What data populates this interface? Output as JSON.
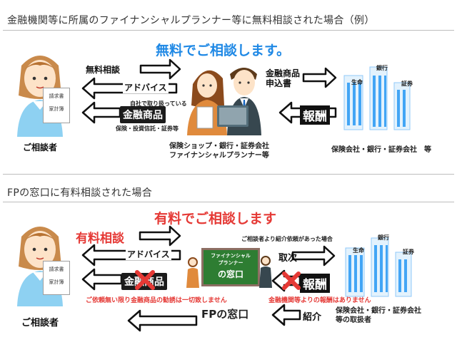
{
  "section1": {
    "title": "金融機関等に所属のファイナンシャルプランナー等に無料相談された場合（例）",
    "headline": "無料でご相談します。",
    "arrow_free_consult": "無料相談",
    "arrow_advice": "アドバイス",
    "self_handled_note": "自社で取り扱っている",
    "financial_products": "金融商品",
    "products_sub": "保険・投資信託・証券等",
    "product_application_line1": "金融商品",
    "product_application_line2": "申込書",
    "reward": "報酬",
    "client_label": "ご相談者",
    "doc_line1": "請求書",
    "doc_line2": "家計簿",
    "center_label_line1": "保険ショップ・銀行・証券会社",
    "center_label_line2": "ファイナンシャルプランナー等",
    "right_label": "保険会社・銀行・証券会社　等",
    "building_labels": [
      "生命",
      "銀行",
      "証券"
    ]
  },
  "section2": {
    "title": "FPの窓口に有料相談された場合",
    "headline": "有料でご相談します",
    "paid_consult": "有料相談",
    "arrow_advice": "アドバイス",
    "financial_products": "金融商品",
    "no_solicit_warning": "ご依頼無い限り金融商品の勧誘は一切致しません",
    "board_line1": "ファイナンシャル",
    "board_line2": "プランナー",
    "board_main": "の窓口",
    "referral_note": "ご相談者より紹介依頼があった場合",
    "agency": "取次",
    "reward": "報酬",
    "no_reward_warning": "金融機関等よりの報酬はありません",
    "introduction": "紹介",
    "fp_window": "FPの窓口",
    "client_label": "ご相談者",
    "doc_line1": "請求書",
    "doc_line2": "家計簿",
    "right_label_line1": "保険会社・銀行・証券会社",
    "right_label_line2": "等の取扱者",
    "building_labels": [
      "生命",
      "銀行",
      "証券"
    ]
  },
  "colors": {
    "blue": "#1e88e5",
    "red": "#e53935",
    "arrow_outline": "#111111",
    "board_green": "#2e7d32"
  }
}
